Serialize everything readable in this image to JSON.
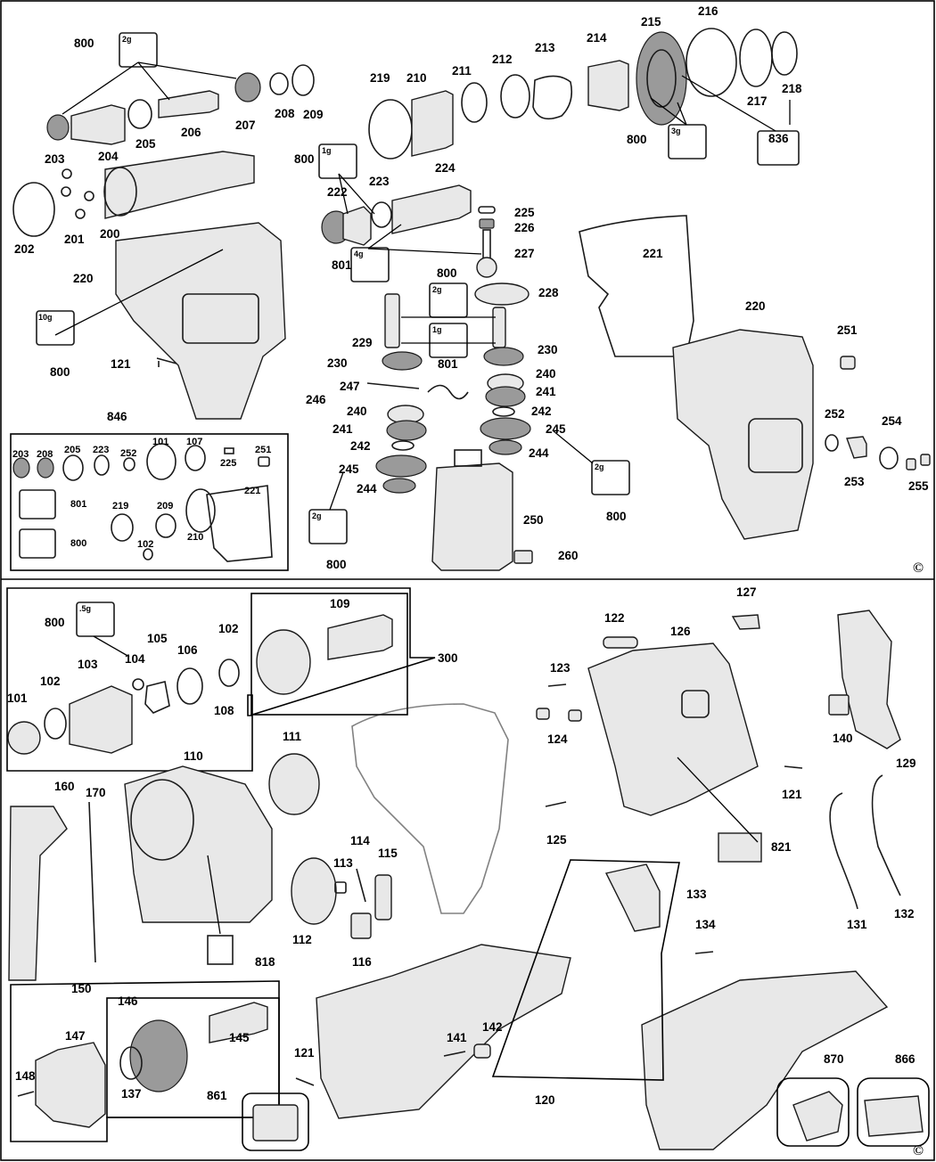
{
  "copyright_symbol": "©",
  "sections": [
    {
      "id": "upper",
      "labels": [
        "800",
        "203",
        "204",
        "205",
        "206",
        "207",
        "208",
        "209",
        "202",
        "201",
        "200",
        "220",
        "121",
        "800",
        "219",
        "210",
        "211",
        "212",
        "213",
        "214",
        "215",
        "216",
        "217",
        "218",
        "836",
        "800",
        "800",
        "222",
        "223",
        "224",
        "225",
        "226",
        "227",
        "801",
        "800",
        "228",
        "229",
        "801",
        "230",
        "230",
        "247",
        "240",
        "241",
        "246",
        "240",
        "241",
        "242",
        "242",
        "245",
        "244",
        "245",
        "244",
        "250",
        "260",
        "800",
        "800",
        "221",
        "220",
        "251",
        "252",
        "254",
        "253",
        "255",
        "846"
      ],
      "grease_tags": [
        "2g",
        "10g",
        "3g",
        "1g",
        "4g",
        "2g",
        "1g",
        "2g",
        "2g"
      ],
      "kit_846_labels": [
        "203",
        "208",
        "205",
        "223",
        "252",
        "101",
        "107",
        "225",
        "251",
        "221",
        "801",
        "800",
        "219",
        "209",
        "210",
        "102"
      ]
    },
    {
      "id": "lower",
      "labels": [
        "800",
        "104",
        "105",
        "106",
        "102",
        "101",
        "102",
        "103",
        "108",
        "109",
        "300",
        "111",
        "110",
        "160",
        "170",
        "113",
        "114",
        "115",
        "112",
        "116",
        "818",
        "150",
        "146",
        "147",
        "148",
        "145",
        "137",
        "121",
        "861",
        "120",
        "141",
        "142",
        "122",
        "123",
        "124",
        "126",
        "125",
        "127",
        "140",
        "129",
        "121",
        "131",
        "132",
        "133",
        "134",
        "821",
        "870",
        "866"
      ],
      "grease_tags": [
        ".5g"
      ]
    }
  ]
}
